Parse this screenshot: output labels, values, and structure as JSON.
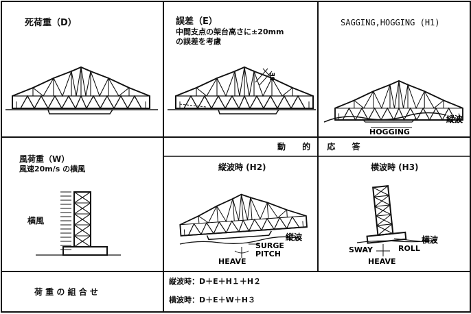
{
  "panels": {
    "dead_load": {
      "title": "死荷重（D）"
    },
    "error": {
      "title": "誤差（E）",
      "line1": "中間支点の架台高さに±20mm",
      "line2": "の誤差を考慮",
      "dim_label": "δE"
    },
    "sagging": {
      "title": "SAGGING,HOGGING (H1)",
      "wave_label": "縦波",
      "hog_label": "HOGGING"
    },
    "wind": {
      "title": "風荷重（W）",
      "subtitle": "風速20m/s の横風",
      "wind_label": "横風"
    },
    "dynamic": {
      "header": "動 的 応 答",
      "longitudinal": {
        "title": "縦波時 (H2)",
        "wave_label": "縦波",
        "surge": "SURGE",
        "pitch": "PITCH",
        "heave": "HEAVE"
      },
      "transverse": {
        "title": "横波時 (H3)",
        "wave_label": "横波",
        "sway": "SWAY",
        "roll": "ROLL",
        "heave": "HEAVE"
      }
    },
    "combination": {
      "label": "荷 重 の 組 合 せ",
      "line1": "縦波時：D＋E＋H１＋H２",
      "line2": "横波時：D＋E＋W＋H３"
    }
  }
}
